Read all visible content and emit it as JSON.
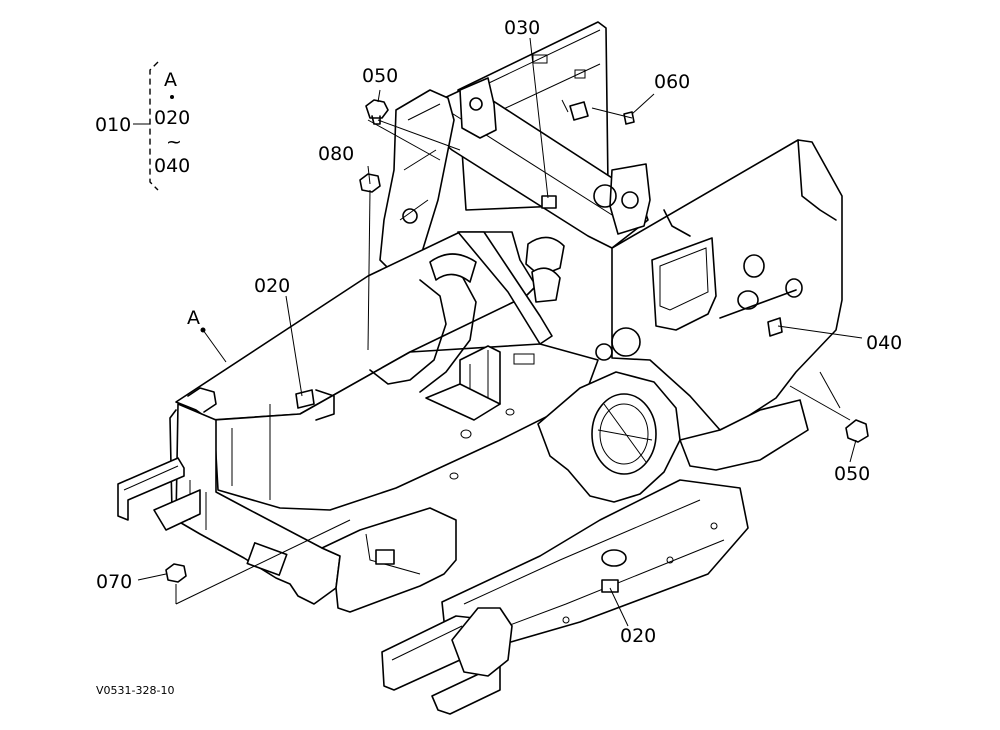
{
  "group_bracket": {
    "parent": "010",
    "items": [
      "A",
      "020",
      "040"
    ],
    "range_symbol": "~"
  },
  "callouts": {
    "p050_top": "050",
    "p030": "030",
    "p060": "060",
    "p080": "080",
    "p020_left": "020",
    "pA": "A",
    "p040": "040",
    "p050_right": "050",
    "p070": "070",
    "p020_bottom": "020"
  },
  "figure_code": "V0531-328-10"
}
